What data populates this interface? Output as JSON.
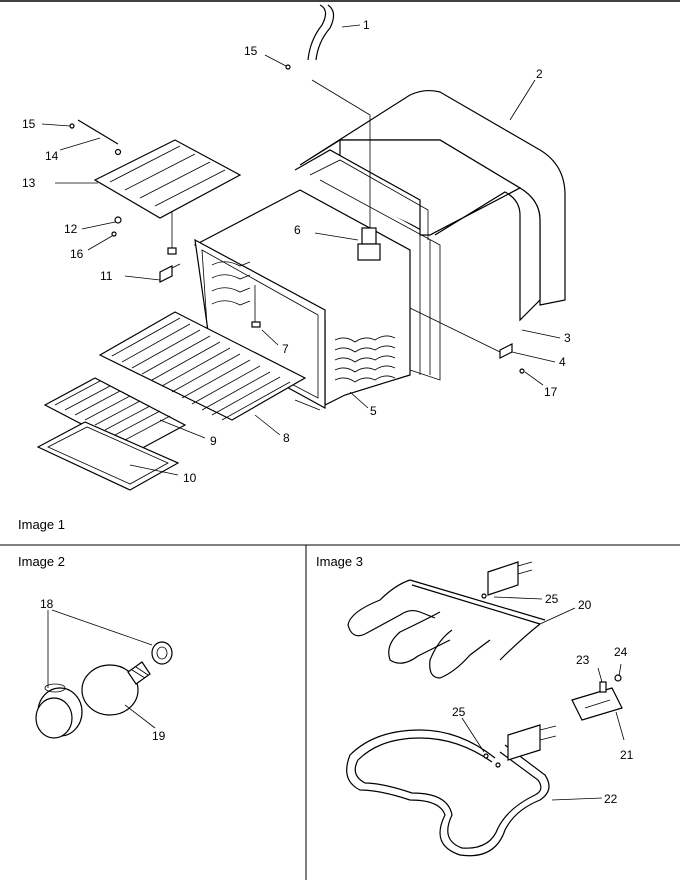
{
  "panels": [
    {
      "label": "Image 1"
    },
    {
      "label": "Image 2"
    },
    {
      "label": "Image 3"
    }
  ],
  "callouts": {
    "c1": "1",
    "c2": "2",
    "c3": "3",
    "c4": "4",
    "c5": "5",
    "c6": "6",
    "c7": "7",
    "c8": "8",
    "c9": "9",
    "c10": "10",
    "c11": "11",
    "c12": "12",
    "c13": "13",
    "c14": "14",
    "c15a": "15",
    "c15b": "15",
    "c16": "16",
    "c17": "17",
    "c18": "18",
    "c19": "19",
    "c20": "20",
    "c21": "21",
    "c22": "22",
    "c23": "23",
    "c24": "24",
    "c25a": "25",
    "c25b": "25"
  }
}
